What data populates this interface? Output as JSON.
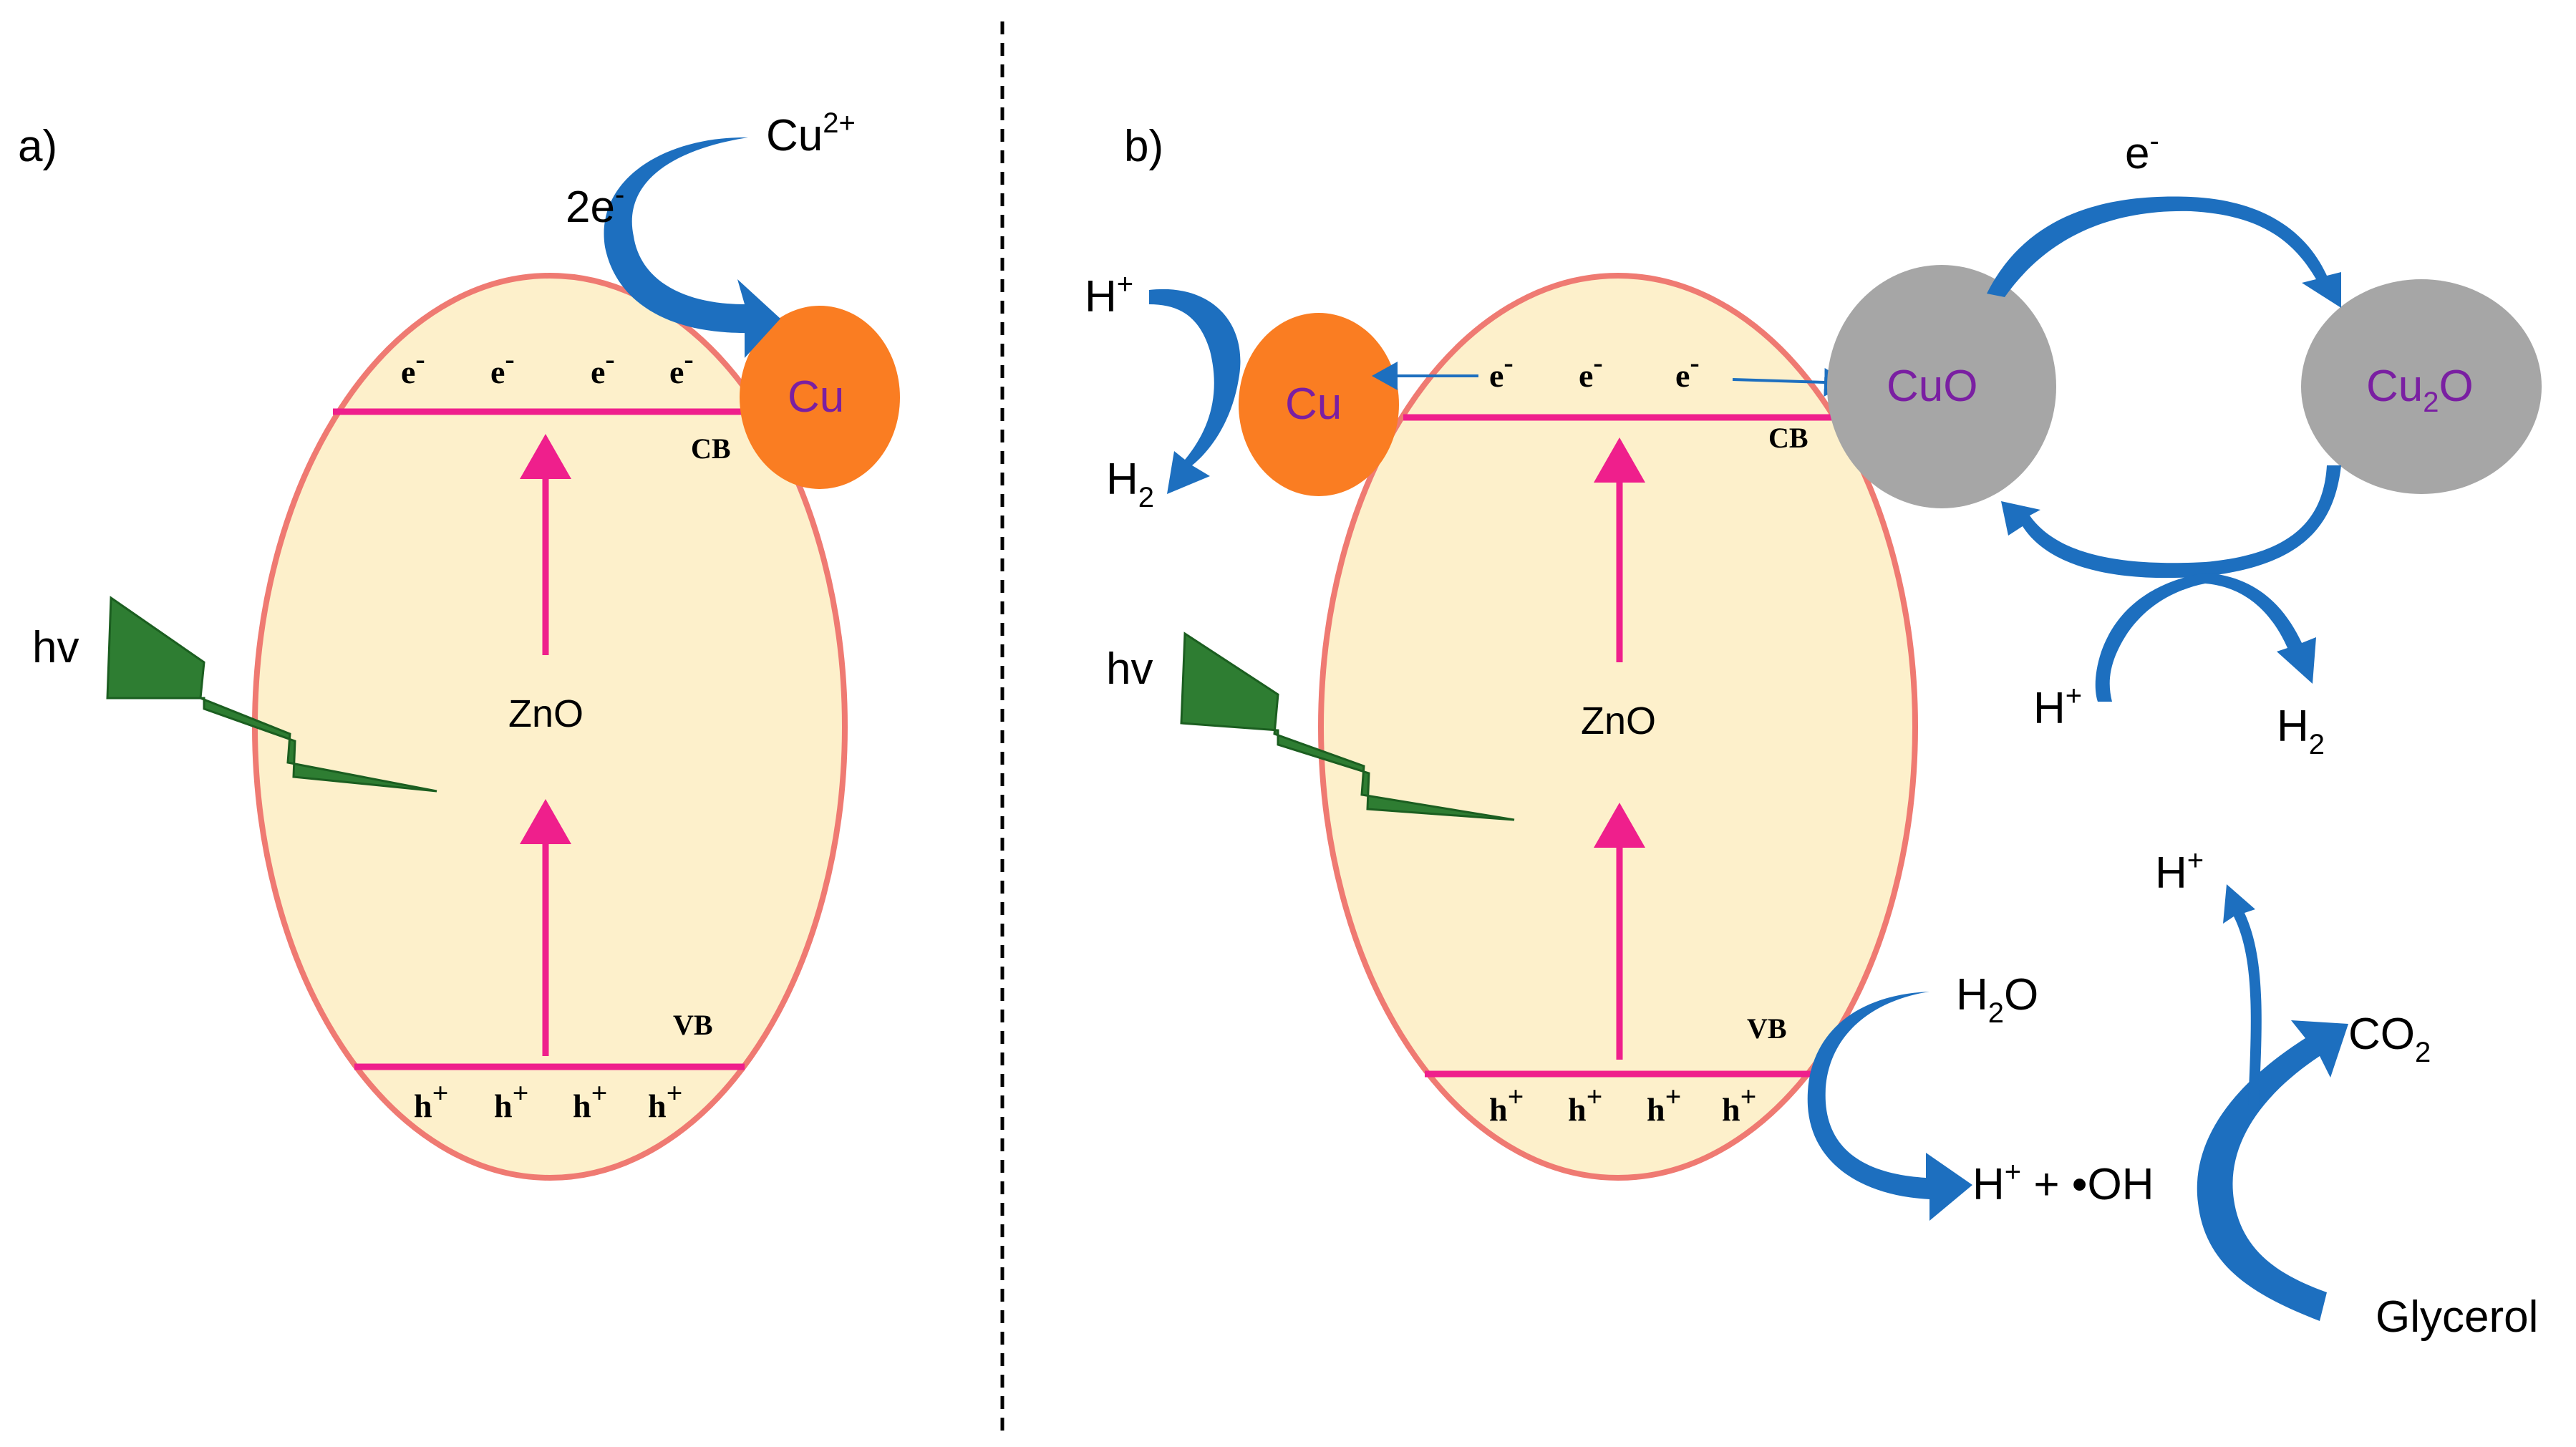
{
  "panel_a": {
    "label": "a)",
    "band_cb": "CB",
    "band_vb": "VB",
    "material": "ZnO",
    "light": "hv",
    "electron": "e",
    "electron_charge": "-",
    "hole": "h",
    "hole_charge": "+",
    "deposit": "Cu",
    "electrons_transferred": "2e",
    "electrons_transferred_charge": "-",
    "ion": "Cu",
    "ion_charge": "2+"
  },
  "panel_b": {
    "label": "b)",
    "band_cb": "CB",
    "band_vb": "VB",
    "material": "ZnO",
    "light": "hv",
    "electron": "e",
    "electron_charge": "-",
    "hole": "h",
    "hole_charge": "+",
    "cu": "Cu",
    "cuo": "CuO",
    "cu2o_base": "Cu",
    "cu2o_sub": "2",
    "cu2o_end": "O",
    "proton": "H",
    "proton_charge": "+",
    "hydrogen": "H",
    "hydrogen_sub": "2",
    "water_h": "H",
    "water_sub": "2",
    "water_o": "O",
    "products_h": "H",
    "products_charge": "+",
    "products_rest": " + •OH",
    "co2_c": "CO",
    "co2_sub": "2",
    "glycerol": "Glycerol",
    "cycle_electron": "e",
    "cycle_electron_charge": "-"
  },
  "colors": {
    "ellipse_fill": "#fdf0cb",
    "ellipse_stroke": "#ef7a72",
    "band_line": "#ef1f8c",
    "cu_particle": "#fa7d22",
    "copper_oxide": "#a6a6a6",
    "oxide_text": "#7a1fa2",
    "arrow_blue": "#1d6fbf",
    "lightning": "#2e7d32"
  },
  "icons": {
    "light": "lightning-bolt-icon",
    "arrows": "curved-arrow-icon"
  }
}
